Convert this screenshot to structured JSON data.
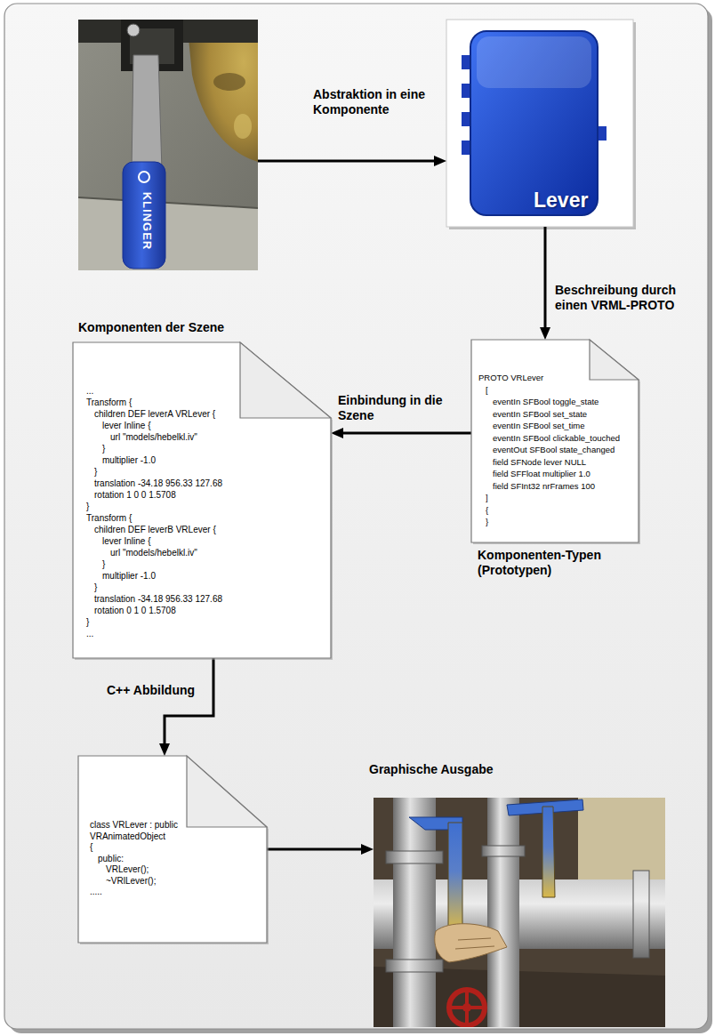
{
  "diagram": {
    "nodes": [
      {
        "text": [
          "KLINGER"
        ]
      },
      {
        "text": [
          "Lever"
        ]
      },
      {
        "text": [
          "Komponenten der Szene",
          "...",
          "Transform {",
          "children DEF leverA VRLever {",
          "lever Inline {",
          "url \"models/hebelkl.iv\"",
          "}",
          "multiplier -1.0",
          "}",
          "translation -34.18 956.33 127.68",
          "rotation 1 0 0 1.5708",
          "}",
          "Transform {",
          "children DEF leverB VRLever {",
          "lever Inline {",
          "url \"models/hebelkl.iv\"",
          "}",
          "multiplier -1.0",
          "}",
          "translation -34.18 956.33 127.68",
          "rotation 0 1 0 1.5708",
          "}",
          "..."
        ]
      },
      {
        "text": [
          "PROTO VRLever",
          "[",
          "eventIn SFBool toggle_state",
          "eventIn SFBool set_state",
          "eventIn SFBool set_time",
          "eventIn SFBool clickable_touched",
          "eventOut SFBool state_changed",
          "field SFNode lever NULL",
          "field SFFloat multiplier 1.0",
          "field SFInt32 nrFrames 100",
          "]",
          "{",
          "}",
          "Komponenten-Typen (Prototypen)"
        ]
      },
      {
        "text": [
          "class VRLever : public VRAnimatedObject",
          "{",
          "public:",
          "VRLever();",
          "~VRlLever();",
          "....."
        ]
      },
      {
        "text": [
          "Graphische Ausgabe"
        ]
      }
    ],
    "edges": [
      {
        "from": 0,
        "to": 1,
        "arrow": "to",
        "label": "Abstraktion in eine Komponente"
      },
      {
        "from": 1,
        "to": 3,
        "arrow": "to",
        "label": "Beschreibung durch einen VRML-PROTO"
      },
      {
        "from": 3,
        "to": 2,
        "arrow": "to",
        "label": "Einbindung in die Szene"
      },
      {
        "from": 2,
        "to": 4,
        "arrow": "to",
        "label": "C++ Abbildung"
      },
      {
        "from": 4,
        "to": 5,
        "arrow": "to"
      }
    ]
  }
}
